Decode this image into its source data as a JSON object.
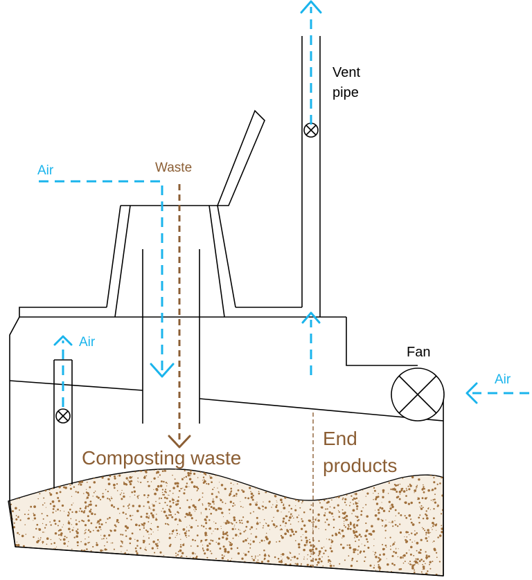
{
  "labels": {
    "air_top": "Air",
    "waste": "Waste",
    "vent_pipe_line1": "Vent",
    "vent_pipe_line2": "pipe",
    "air_left": "Air",
    "fan": "Fan",
    "air_right": "Air",
    "composting_waste": "Composting waste",
    "end_products_line1": "End",
    "end_products_line2": "products"
  },
  "colors": {
    "air": "#1ab4ec",
    "waste": "#8b5e34",
    "outline": "#000000",
    "compost_fill": "#f6eee2",
    "compost_speckle": "#a0703c"
  }
}
